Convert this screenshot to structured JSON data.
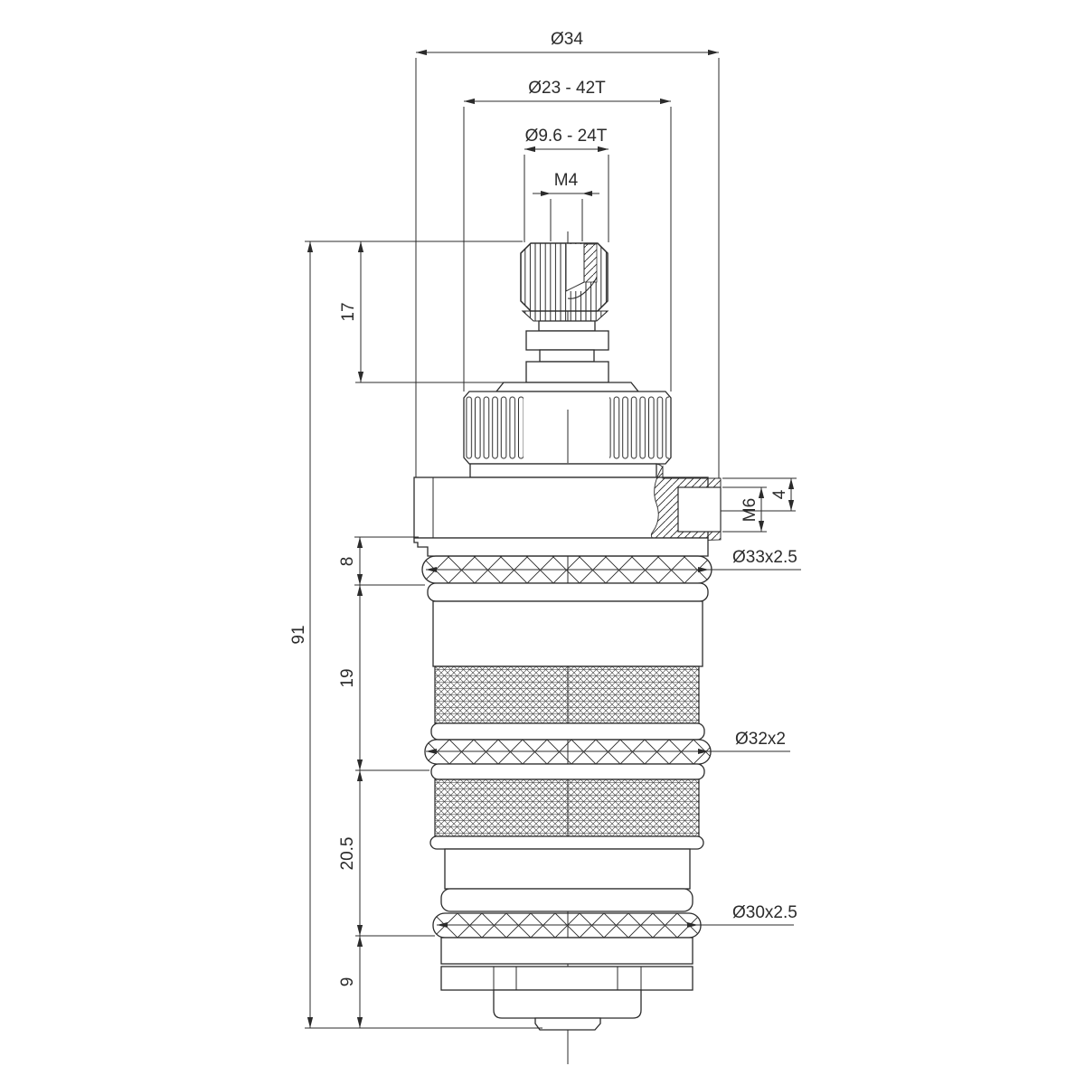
{
  "drawing": {
    "dims": {
      "d34": "Ø34",
      "d23": "Ø23 - 42T",
      "d96": "Ø9.6 - 24T",
      "m4": "M4",
      "d17": "17",
      "d91": "91",
      "d8": "8",
      "d19": "19",
      "d205": "20.5",
      "d9": "9",
      "d4": "4",
      "m6": "M6",
      "o33": "Ø33x2.5",
      "o32": "Ø32x2",
      "o30": "Ø30x2.5"
    },
    "colors": {
      "line": "#2b2b2b",
      "background": "#ffffff"
    }
  }
}
